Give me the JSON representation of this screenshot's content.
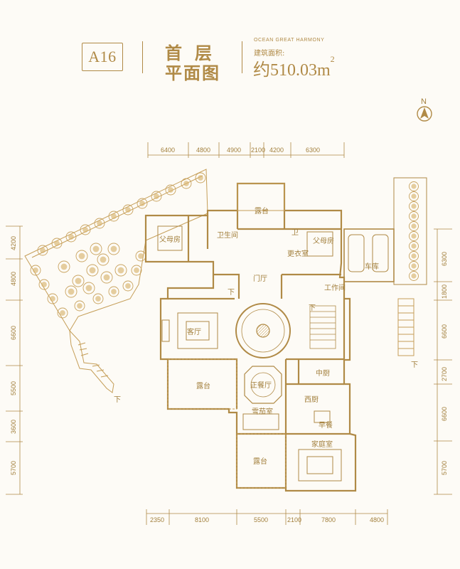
{
  "header": {
    "code": "A16",
    "title_line1": "首层",
    "title_line2": "平面图",
    "brand": "OCEAN GREAT HARMONY",
    "area_label": "建筑面积:",
    "area_value": "约510.03m",
    "area_sup": "2"
  },
  "north": "N",
  "down_mark": "下",
  "rooms": {
    "terrace_top": "露台",
    "bathroom": "卫生间",
    "parents_room_left": "父母房",
    "parents_room_right": "父母房",
    "restroom_small": "卫",
    "dressing": "更衣室",
    "garage": "车库",
    "foyer": "门厅",
    "living": "客厅",
    "terrace_left": "露台",
    "dining": "正餐厅",
    "chinese_kitchen": "中厨",
    "western_kitchen": "西厨",
    "breakfast": "早餐",
    "study": "雪茄室",
    "family_room": "家庭室",
    "terrace_bottom": "露台",
    "storage": "工作间"
  },
  "dims_top": [
    "6400",
    "4800",
    "4900",
    "2100",
    "4200",
    "6300"
  ],
  "dims_bottom": [
    "2350",
    "8100",
    "5500",
    "2100",
    "7800",
    "4800"
  ],
  "dims_left": [
    "4200",
    "4800",
    "6600",
    "5500",
    "3600",
    "5700"
  ],
  "dims_right": [
    "6300",
    "1800",
    "6600",
    "2700",
    "6600",
    "5700"
  ],
  "colors": {
    "accent": "#b08a46",
    "background": "#fdfbf6"
  }
}
